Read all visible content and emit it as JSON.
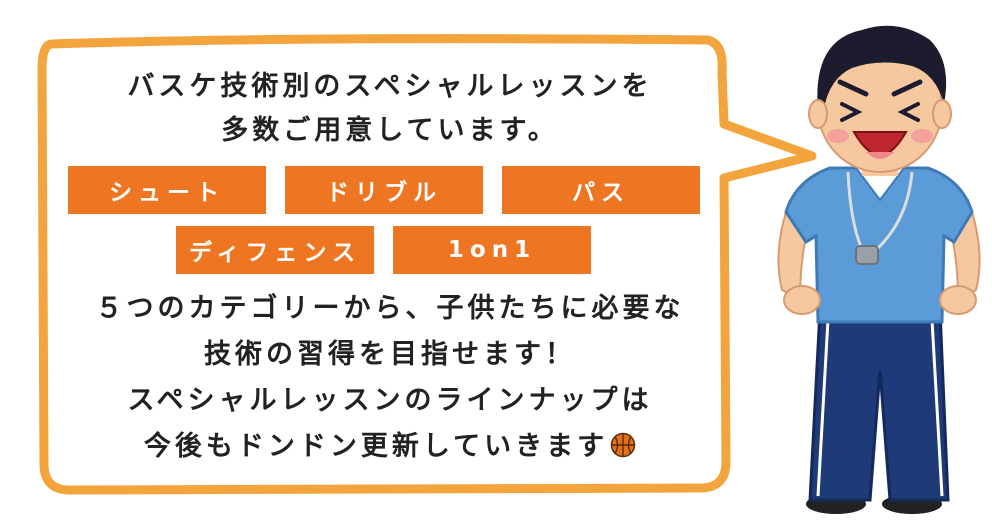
{
  "intro": {
    "line1": "バスケ技術別のスペシャルレッスンを",
    "line2": "多数ご用意しています。"
  },
  "categories": [
    {
      "label": "シュート"
    },
    {
      "label": "ドリブル"
    },
    {
      "label": "パス"
    },
    {
      "label": "ディフェンス"
    },
    {
      "label": "1on1"
    }
  ],
  "body": {
    "line1": "５つのカテゴリーから、子供たちに必要な",
    "line2": "技術の習得を目指せます！",
    "line3": "スペシャルレッスンのラインナップは",
    "line4": "今後もドンドン更新していきます"
  },
  "colors": {
    "accent_orange": "#ee7623",
    "bubble_border": "#f3a43c",
    "text": "#222222",
    "shirt_blue": "#5b9bd8",
    "pants_navy": "#1f3a78"
  },
  "icons": {
    "basketball": "basketball-icon",
    "coach": "coach-illustration"
  }
}
